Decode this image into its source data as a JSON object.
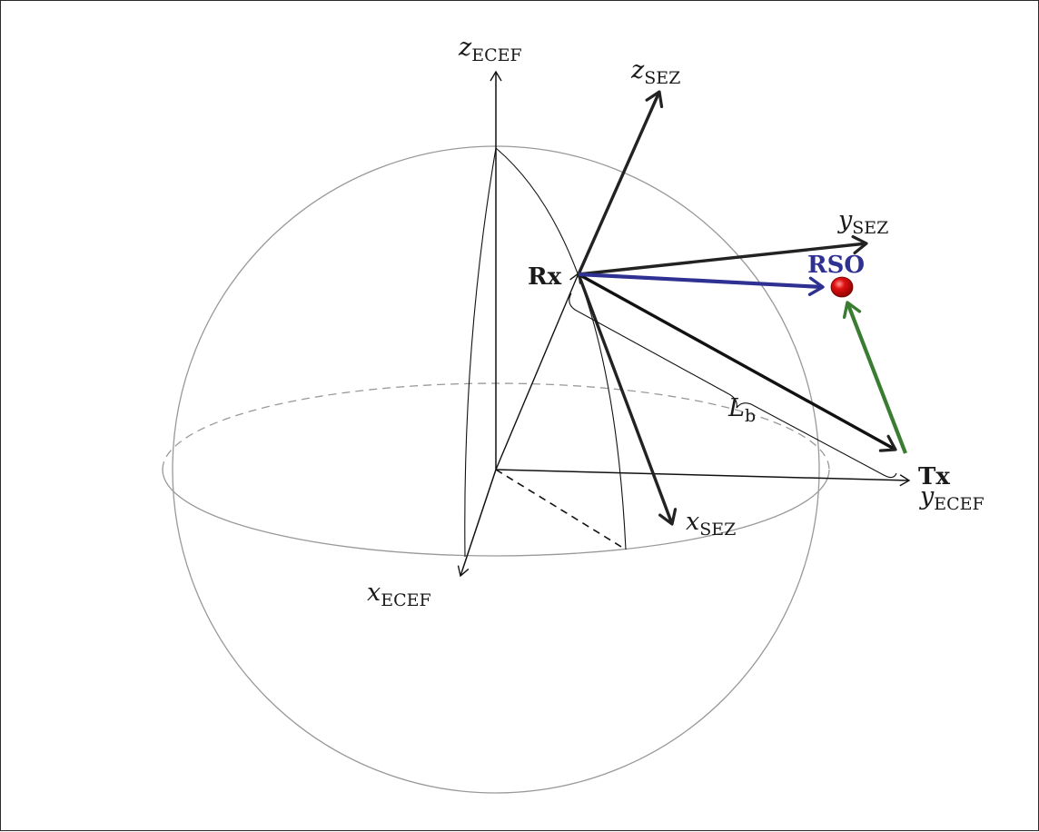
{
  "labels": {
    "z_ecef": {
      "main": "z",
      "sub": "ECEF"
    },
    "y_ecef": {
      "main": "y",
      "sub": "ECEF"
    },
    "x_ecef": {
      "main": "x",
      "sub": "ECEF"
    },
    "z_sez": {
      "main": "z",
      "sub": "SEZ"
    },
    "y_sez": {
      "main": "y",
      "sub": "SEZ"
    },
    "x_sez": {
      "main": "x",
      "sub": "SEZ"
    },
    "rx": "Rx",
    "tx": "Tx",
    "rso": "RSO",
    "baseline": {
      "main": "L",
      "sub": "b"
    }
  },
  "colors": {
    "sphere": "#999999",
    "axes": "#111111",
    "sez_axes": "#222222",
    "rso_line": "#2e3192",
    "rso_label": "#2e3192",
    "tx_rso_line": "#3a7d32",
    "rso_marker": "#e01010",
    "baseline": "#111111"
  }
}
